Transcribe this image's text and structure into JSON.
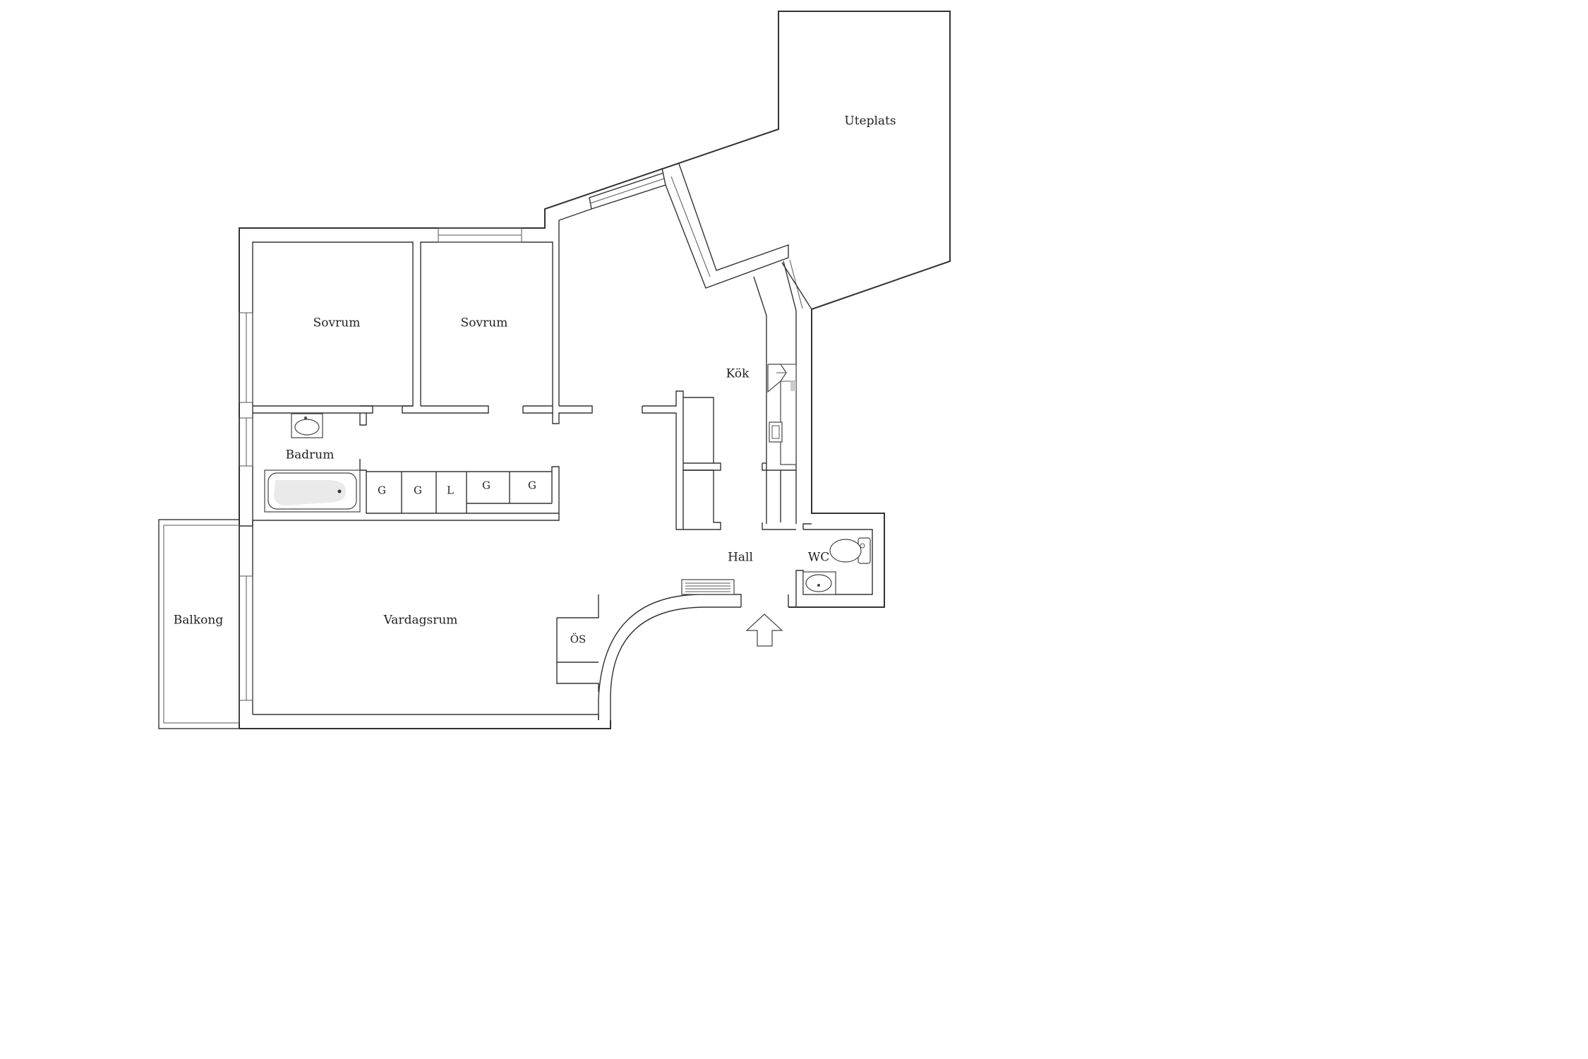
{
  "rooms": {
    "uteplats": "Uteplats",
    "sovrum_left": "Sovrum",
    "sovrum_right": "Sovrum",
    "kok": "Kök",
    "badrum": "Badrum",
    "hall": "Hall",
    "wc": "WC",
    "balkong": "Balkong",
    "vardagsrum": "Vardagsrum",
    "os": "ÖS"
  },
  "closets": {
    "c1": "G",
    "c2": "G",
    "c3": "L",
    "c4": "G",
    "c5": "G"
  }
}
